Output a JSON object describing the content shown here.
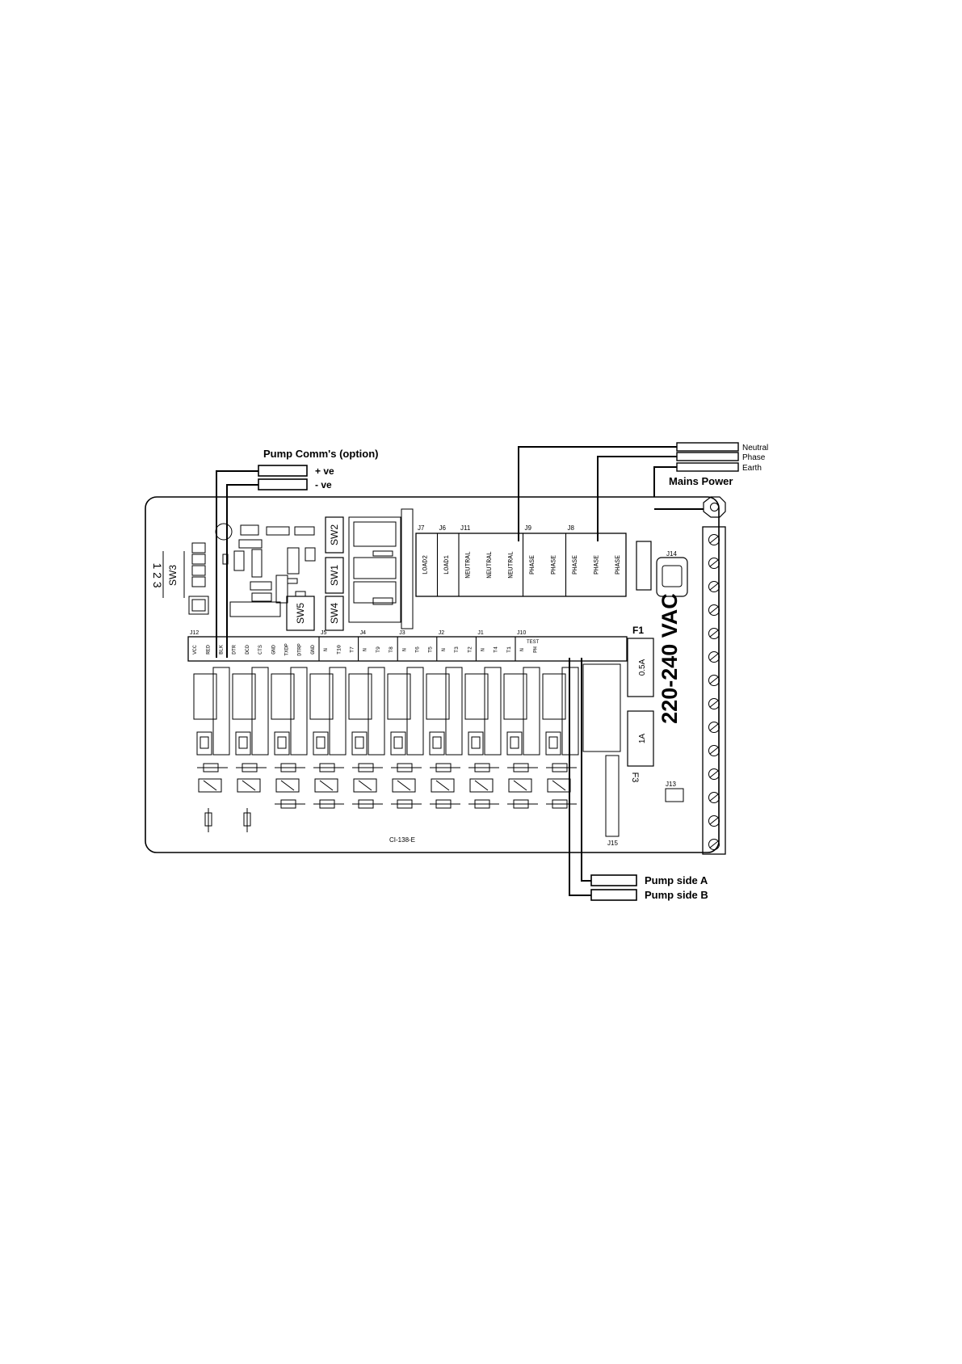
{
  "labels": {
    "pump_comms": "Pump Comm's (option)",
    "plus_ve": "+ ve",
    "minus_ve": "- ve",
    "mains_power": "Mains Power",
    "neutral": "Neutral",
    "phase": "Phase",
    "earth": "Earth",
    "pump_side_a": "Pump side A",
    "pump_side_b": "Pump side B",
    "voltage": "220-240 VAC",
    "board_code": "CI-138-E",
    "sw3_numbers": "1 2 3",
    "sw3": "SW3",
    "sw1": "SW1",
    "sw2": "SW2",
    "sw4": "SW4",
    "sw5": "SW5",
    "f1": "F1",
    "f3": "F3",
    "fuse1_rating": "0.5A",
    "fuse3_rating": "1A",
    "j13": "J13",
    "j14": "J14",
    "j15": "J15"
  },
  "top_connectors": [
    {
      "id": "J7",
      "pins": [
        "LOAD2"
      ]
    },
    {
      "id": "J6",
      "pins": [
        "LOAD1"
      ]
    },
    {
      "id": "J11",
      "pins": [
        "NEUTRAL",
        "NEUTRAL",
        "NEUTRAL"
      ]
    },
    {
      "id": "J9",
      "pins": [
        "PHASE",
        "PHASE"
      ]
    },
    {
      "id": "J8",
      "pins": [
        "PHASE",
        "PHASE",
        "PHASE"
      ]
    }
  ],
  "bottom_connectors": [
    {
      "id": "J12",
      "pins": [
        "VCC",
        "RED",
        "BLK",
        "DTR",
        "DCD",
        "CTS",
        "GND",
        "TXDP",
        "DTRP",
        "GND"
      ]
    },
    {
      "id": "J5",
      "pins": [
        "N",
        "T10",
        "T7"
      ]
    },
    {
      "id": "J4",
      "pins": [
        "N",
        "T9",
        "T8"
      ]
    },
    {
      "id": "J3",
      "pins": [
        "N",
        "T6",
        "T5"
      ]
    },
    {
      "id": "J2",
      "pins": [
        "N",
        "T3",
        "T2"
      ]
    },
    {
      "id": "J1",
      "pins": [
        "N",
        "T4",
        "T1"
      ]
    },
    {
      "id": "J10",
      "pins": [
        "N",
        "PH"
      ],
      "header": "TEST"
    }
  ],
  "colors": {
    "ink": "#000000",
    "paper": "#ffffff"
  }
}
